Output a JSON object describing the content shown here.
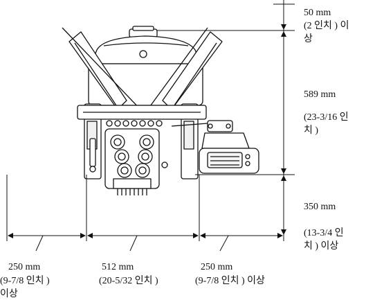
{
  "dimensions": {
    "top_clearance": {
      "value": "50 mm",
      "line2": "(2 인치 ) 이",
      "line3": "상"
    },
    "machine_height": {
      "value": "589 mm",
      "line2": "(23-3/16 인",
      "line3": "치 )"
    },
    "bottom_clearance": {
      "value": "350 mm",
      "line2": "(13-3/4 인",
      "line3": "치 ) 이상"
    },
    "left_clearance": {
      "value": "250 mm",
      "line2": "(9-7/8 인치 )",
      "line3": "이상"
    },
    "machine_width": {
      "value": "512 mm",
      "line2": "(20-5/32 인치 )"
    },
    "right_clearance": {
      "value": "250 mm",
      "line2": "(9-7/8 인치 ) 이상"
    }
  }
}
